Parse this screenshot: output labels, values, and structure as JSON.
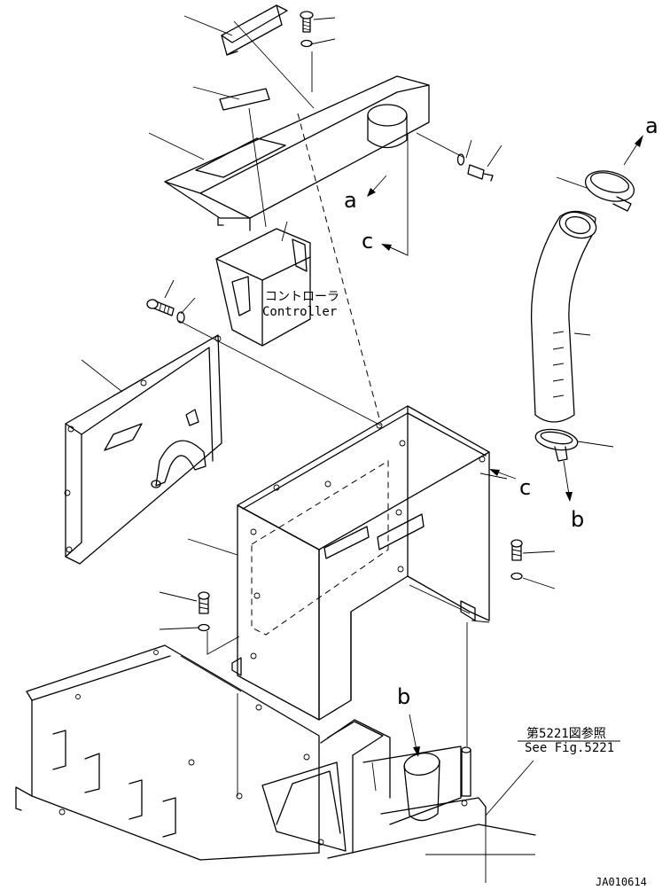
{
  "labels": {
    "controller_jp": "コントローラ",
    "controller_en": "Controller",
    "ref_jp": "第5221図参照",
    "ref_en": "See Fig.5221",
    "drawing_id": "JA010614",
    "arrow_a_top": "a",
    "arrow_a_mid": "a",
    "arrow_b_right": "b",
    "arrow_b_bottom": "b",
    "arrow_c_left": "c",
    "arrow_c_right": "c"
  }
}
